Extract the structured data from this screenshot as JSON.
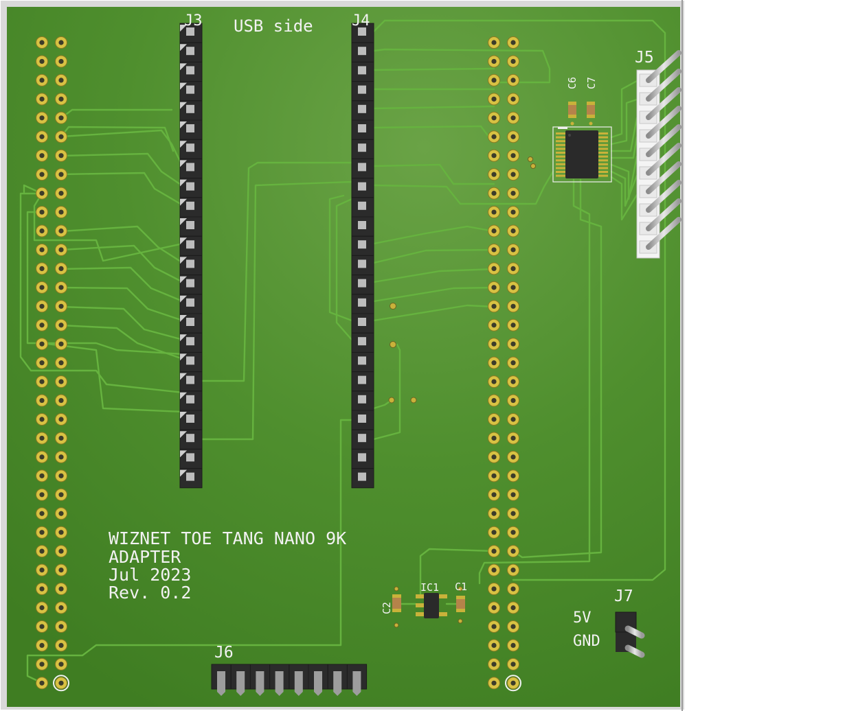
{
  "board": {
    "title_lines": [
      "WIZNET TOE TANG NANO 9K",
      "ADAPTER",
      "Jul 2023",
      "Rev. 0.2"
    ],
    "usb_label": "USB side",
    "power_labels": [
      "5V",
      "GND"
    ]
  },
  "refdes": {
    "j3": "J3",
    "j4": "J4",
    "j5": "J5",
    "j6": "J6",
    "j7": "J7",
    "c1": "C1",
    "c2": "C2",
    "c6": "C6",
    "c7": "C7",
    "ic1": "IC1"
  },
  "colors": {
    "board": "#4f8f2e",
    "trace": "#5ea83a",
    "pad_gold": "#c9b23a",
    "header_black": "#2b2b2b",
    "connector_white": "#f4f4f4",
    "silkscreen": "#f2f2f2"
  }
}
